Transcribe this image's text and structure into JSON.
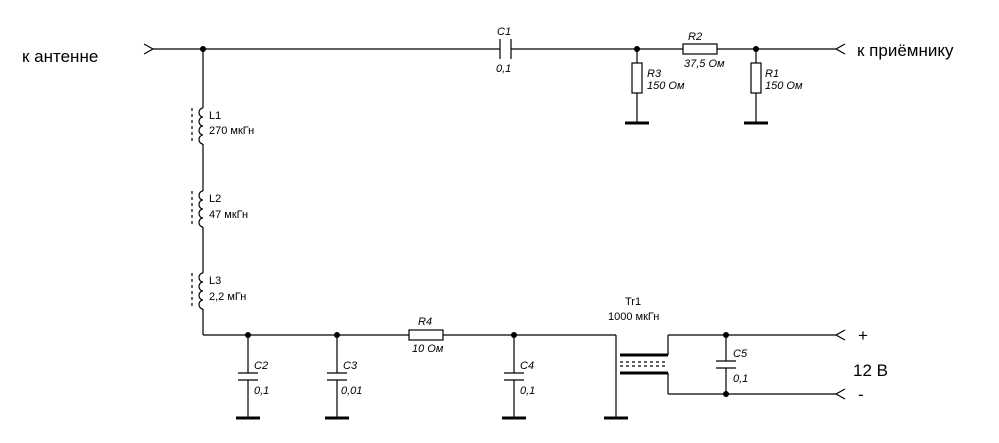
{
  "terminals": {
    "antenna": "к антенне",
    "receiver": "к приёмнику",
    "plus": "+",
    "minus": "-",
    "supply": "12 В"
  },
  "components": {
    "C1": {
      "ref": "C1",
      "value": "0,1"
    },
    "R2": {
      "ref": "R2",
      "value": "37,5 Ом"
    },
    "R3": {
      "ref": "R3",
      "value": "150 Ом"
    },
    "R1": {
      "ref": "R1",
      "value": "150 Ом"
    },
    "L1": {
      "ref": "L1",
      "value": "270 мкГн"
    },
    "L2": {
      "ref": "L2",
      "value": "47 мкГн"
    },
    "L3": {
      "ref": "L3",
      "value": "2,2 мГн"
    },
    "C2": {
      "ref": "C2",
      "value": "0,1"
    },
    "C3": {
      "ref": "C3",
      "value": "0,01"
    },
    "R4": {
      "ref": "R4",
      "value": "10 Ом"
    },
    "C4": {
      "ref": "C4",
      "value": "0,1"
    },
    "Tr1": {
      "ref": "Tr1",
      "value": "1000 мкГн"
    },
    "C5": {
      "ref": "C5",
      "value": "0,1"
    }
  }
}
